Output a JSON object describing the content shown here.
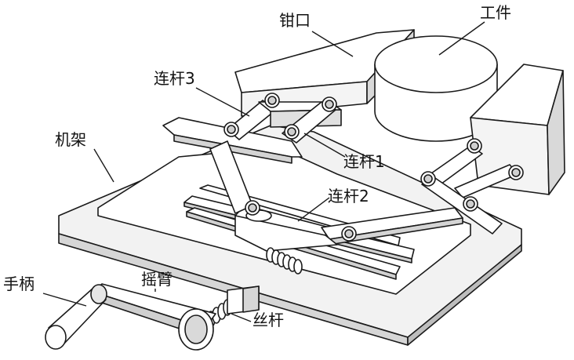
{
  "labels": {
    "jaw": "钳口",
    "workpiece": "工件",
    "link3": "连杆3",
    "frame": "机架",
    "link1": "连杆1",
    "link2": "连杆2",
    "handle": "手柄",
    "rocker": "摇臂",
    "screw": "丝杆"
  },
  "colors": {
    "stroke": "#1a1a1a",
    "fill_light": "#ffffff",
    "fill_shade": "#e6e6e6",
    "fill_dark": "#bdbdbd"
  }
}
